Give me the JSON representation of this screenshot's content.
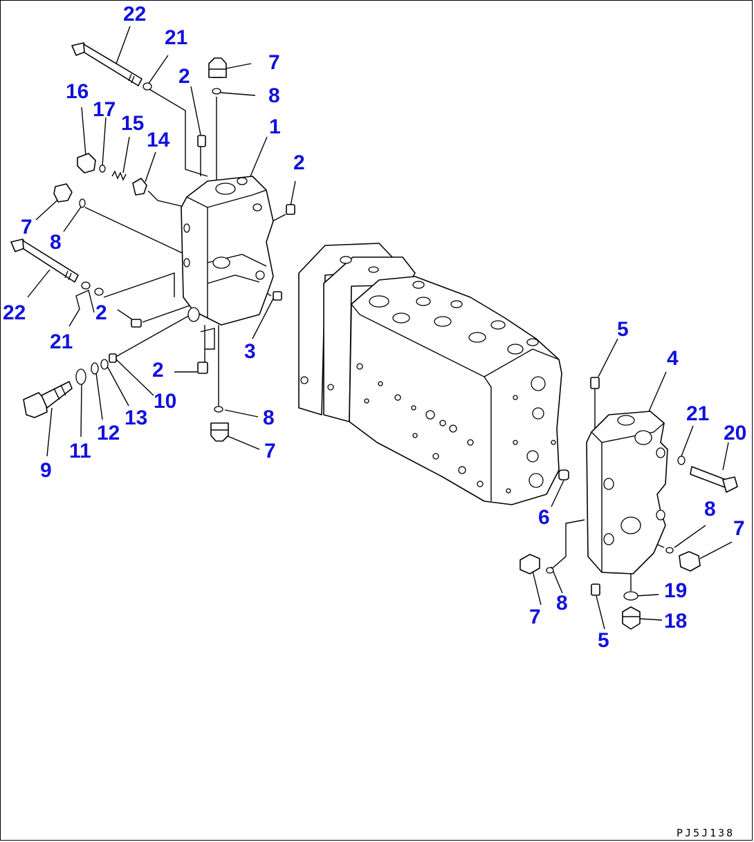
{
  "drawing_code": "PJ5J138",
  "callouts": [
    {
      "id": "c22a",
      "text": "22"
    },
    {
      "id": "c21a",
      "text": "21"
    },
    {
      "id": "c7a",
      "text": "7"
    },
    {
      "id": "c2a",
      "text": "2"
    },
    {
      "id": "c8a",
      "text": "8"
    },
    {
      "id": "c16",
      "text": "16"
    },
    {
      "id": "c17",
      "text": "17"
    },
    {
      "id": "c15",
      "text": "15"
    },
    {
      "id": "c14",
      "text": "14"
    },
    {
      "id": "c1",
      "text": "1"
    },
    {
      "id": "c2b",
      "text": "2"
    },
    {
      "id": "c7b",
      "text": "7"
    },
    {
      "id": "c8b",
      "text": "8"
    },
    {
      "id": "c22b",
      "text": "22"
    },
    {
      "id": "c2c",
      "text": "2"
    },
    {
      "id": "c21b",
      "text": "21"
    },
    {
      "id": "c3",
      "text": "3"
    },
    {
      "id": "c2d",
      "text": "2"
    },
    {
      "id": "c10",
      "text": "10"
    },
    {
      "id": "c13",
      "text": "13"
    },
    {
      "id": "c12",
      "text": "12"
    },
    {
      "id": "c11",
      "text": "11"
    },
    {
      "id": "c9",
      "text": "9"
    },
    {
      "id": "c8c",
      "text": "8"
    },
    {
      "id": "c7c",
      "text": "7"
    },
    {
      "id": "c5a",
      "text": "5"
    },
    {
      "id": "c4",
      "text": "4"
    },
    {
      "id": "c21c",
      "text": "21"
    },
    {
      "id": "c20",
      "text": "20"
    },
    {
      "id": "c6",
      "text": "6"
    },
    {
      "id": "c8d",
      "text": "8"
    },
    {
      "id": "c7d",
      "text": "7"
    },
    {
      "id": "c8e",
      "text": "8"
    },
    {
      "id": "c7e",
      "text": "7"
    },
    {
      "id": "c19",
      "text": "19"
    },
    {
      "id": "c18",
      "text": "18"
    },
    {
      "id": "c5b",
      "text": "5"
    }
  ]
}
